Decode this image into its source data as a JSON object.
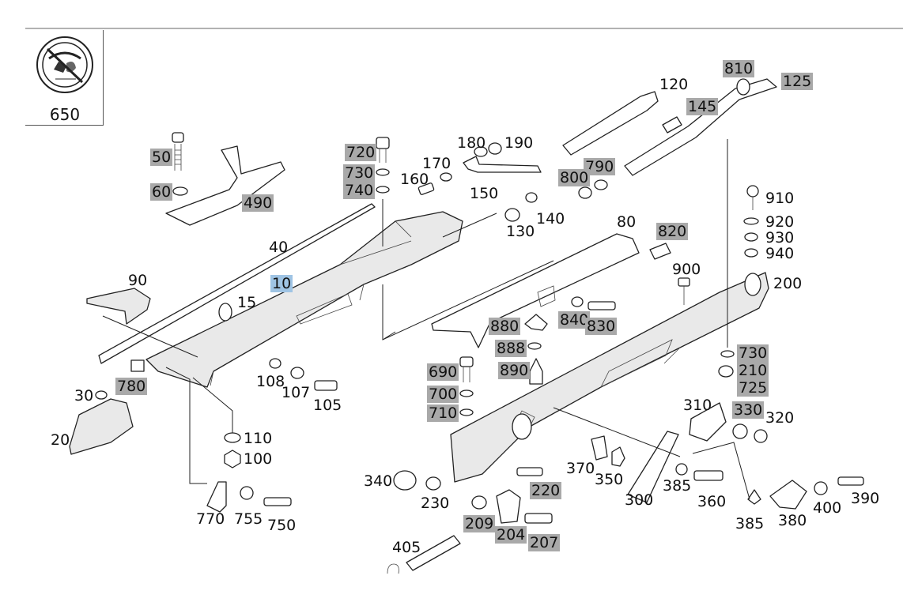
{
  "badge": {
    "code": "650",
    "icon": "airbag-warning-icon"
  },
  "colors": {
    "highlight": "#a9a9a9",
    "selected": "#9fc4e4"
  },
  "selected_part": "10",
  "labels": [
    {
      "id": "p810",
      "text": "810",
      "hl": true
    },
    {
      "id": "p125",
      "text": "125",
      "hl": true
    },
    {
      "id": "p120",
      "text": "120",
      "hl": false
    },
    {
      "id": "p145",
      "text": "145",
      "hl": true
    },
    {
      "id": "p790",
      "text": "790",
      "hl": true
    },
    {
      "id": "p800",
      "text": "800",
      "hl": true
    },
    {
      "id": "p720",
      "text": "720",
      "hl": true
    },
    {
      "id": "p730a",
      "text": "730",
      "hl": true
    },
    {
      "id": "p740",
      "text": "740",
      "hl": true
    },
    {
      "id": "p180",
      "text": "180",
      "hl": false
    },
    {
      "id": "p190",
      "text": "190",
      "hl": false
    },
    {
      "id": "p170",
      "text": "170",
      "hl": false
    },
    {
      "id": "p160",
      "text": "160",
      "hl": false
    },
    {
      "id": "p150",
      "text": "150",
      "hl": false
    },
    {
      "id": "p140",
      "text": "140",
      "hl": false
    },
    {
      "id": "p130",
      "text": "130",
      "hl": false
    },
    {
      "id": "p50",
      "text": "50",
      "hl": true
    },
    {
      "id": "p60",
      "text": "60",
      "hl": true
    },
    {
      "id": "p490",
      "text": "490",
      "hl": true
    },
    {
      "id": "p40",
      "text": "40",
      "hl": false
    },
    {
      "id": "p10",
      "text": "10",
      "hl": false,
      "sel": true
    },
    {
      "id": "p90",
      "text": "90",
      "hl": false
    },
    {
      "id": "p15",
      "text": "15",
      "hl": false
    },
    {
      "id": "p80",
      "text": "80",
      "hl": false
    },
    {
      "id": "p820",
      "text": "820",
      "hl": true
    },
    {
      "id": "p910",
      "text": "910",
      "hl": false
    },
    {
      "id": "p920",
      "text": "920",
      "hl": false
    },
    {
      "id": "p930",
      "text": "930",
      "hl": false
    },
    {
      "id": "p940",
      "text": "940",
      "hl": false
    },
    {
      "id": "p900",
      "text": "900",
      "hl": false
    },
    {
      "id": "p200",
      "text": "200",
      "hl": false
    },
    {
      "id": "p880",
      "text": "880",
      "hl": true
    },
    {
      "id": "p840",
      "text": "840",
      "hl": true
    },
    {
      "id": "p830",
      "text": "830",
      "hl": true
    },
    {
      "id": "p888",
      "text": "888",
      "hl": true
    },
    {
      "id": "p890",
      "text": "890",
      "hl": true
    },
    {
      "id": "p730b",
      "text": "730",
      "hl": true
    },
    {
      "id": "p210",
      "text": "210",
      "hl": true
    },
    {
      "id": "p725",
      "text": "725",
      "hl": true
    },
    {
      "id": "p690",
      "text": "690",
      "hl": true
    },
    {
      "id": "p700",
      "text": "700",
      "hl": true
    },
    {
      "id": "p710",
      "text": "710",
      "hl": true
    },
    {
      "id": "p780",
      "text": "780",
      "hl": true
    },
    {
      "id": "p30",
      "text": "30",
      "hl": false
    },
    {
      "id": "p20",
      "text": "20",
      "hl": false
    },
    {
      "id": "p108",
      "text": "108",
      "hl": false
    },
    {
      "id": "p107",
      "text": "107",
      "hl": false
    },
    {
      "id": "p105",
      "text": "105",
      "hl": false
    },
    {
      "id": "p110",
      "text": "110",
      "hl": false
    },
    {
      "id": "p100",
      "text": "100",
      "hl": false
    },
    {
      "id": "p310",
      "text": "310",
      "hl": false
    },
    {
      "id": "p330",
      "text": "330",
      "hl": true
    },
    {
      "id": "p320",
      "text": "320",
      "hl": false
    },
    {
      "id": "p370",
      "text": "370",
      "hl": false
    },
    {
      "id": "p350",
      "text": "350",
      "hl": false
    },
    {
      "id": "p340",
      "text": "340",
      "hl": false
    },
    {
      "id": "p220",
      "text": "220",
      "hl": true
    },
    {
      "id": "p230",
      "text": "230",
      "hl": false
    },
    {
      "id": "p300",
      "text": "300",
      "hl": false
    },
    {
      "id": "p385a",
      "text": "385",
      "hl": false
    },
    {
      "id": "p360",
      "text": "360",
      "hl": false
    },
    {
      "id": "p390",
      "text": "390",
      "hl": false
    },
    {
      "id": "p400",
      "text": "400",
      "hl": false
    },
    {
      "id": "p380",
      "text": "380",
      "hl": false
    },
    {
      "id": "p385b",
      "text": "385",
      "hl": false
    },
    {
      "id": "p209",
      "text": "209",
      "hl": true
    },
    {
      "id": "p204",
      "text": "204",
      "hl": true
    },
    {
      "id": "p207",
      "text": "207",
      "hl": true
    },
    {
      "id": "p770",
      "text": "770",
      "hl": false
    },
    {
      "id": "p755",
      "text": "755",
      "hl": false
    },
    {
      "id": "p750",
      "text": "750",
      "hl": false
    },
    {
      "id": "p405",
      "text": "405",
      "hl": false
    }
  ]
}
